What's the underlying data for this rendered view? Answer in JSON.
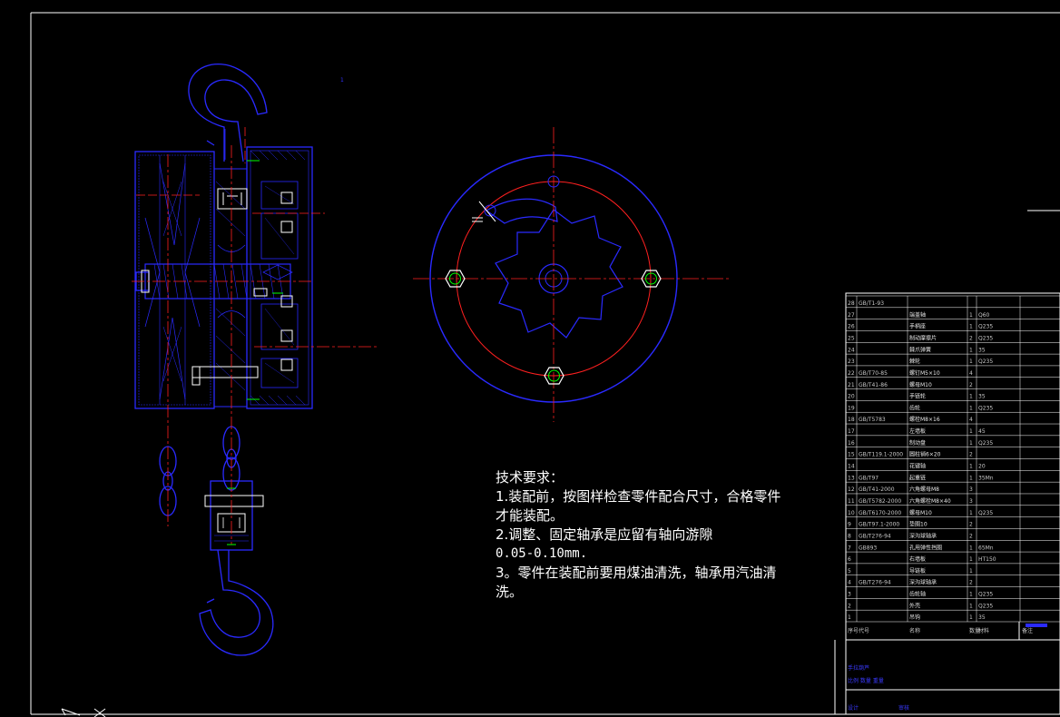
{
  "drawing": {
    "colors": {
      "background": "#000000",
      "frame": "#ffffff",
      "outline": "#2a2aff",
      "centerline": "#ff2020",
      "thread": "#00ff00",
      "fastener": "#ffffff"
    },
    "technical_requirements": {
      "heading": "技术要求：",
      "items": [
        {
          "line1": "1.装配前，按图样检查零件配合尺寸，合格零件",
          "line2": "才能装配。"
        },
        {
          "line1": "2.调整、固定轴承是应留有轴向游隙",
          "line2": "0.05-0.10mm."
        },
        {
          "line1": "3。零件在装配前要用煤油清洗，轴承用汽油清",
          "line2": "洗。"
        }
      ]
    },
    "title_block": {
      "rows": [
        {
          "no": "28",
          "code": "GB/T1-93",
          "name": "",
          "qty": "",
          "material": ""
        },
        {
          "no": "27",
          "code": "",
          "name": "端盖轴",
          "qty": "1",
          "material": "Q60"
        },
        {
          "no": "26",
          "code": "",
          "name": "手柄座",
          "qty": "1",
          "material": "Q235"
        },
        {
          "no": "25",
          "code": "",
          "name": "制动摩擦片",
          "qty": "2",
          "material": "Q235"
        },
        {
          "no": "24",
          "code": "",
          "name": "棘爪弹簧",
          "qty": "1",
          "material": "35"
        },
        {
          "no": "23",
          "code": "",
          "name": "棘轮",
          "qty": "1",
          "material": "Q235"
        },
        {
          "no": "22",
          "code": "GB/T70-85",
          "name": "螺钉M5×10",
          "qty": "4",
          "material": ""
        },
        {
          "no": "21",
          "code": "GB/T41-86",
          "name": "螺母M10",
          "qty": "2",
          "material": ""
        },
        {
          "no": "20",
          "code": "",
          "name": "手链轮",
          "qty": "1",
          "material": "35"
        },
        {
          "no": "19",
          "code": "",
          "name": "齿轮",
          "qty": "1",
          "material": "Q235"
        },
        {
          "no": "18",
          "code": "GB/T5783",
          "name": "螺栓M8×16",
          "qty": "4",
          "material": ""
        },
        {
          "no": "17",
          "code": "",
          "name": "左墙板",
          "qty": "1",
          "material": "45"
        },
        {
          "no": "16",
          "code": "",
          "name": "制动盘",
          "qty": "1",
          "material": "Q235"
        },
        {
          "no": "15",
          "code": "GB/T119.1-2000",
          "name": "圆柱销6×20",
          "qty": "2",
          "material": ""
        },
        {
          "no": "14",
          "code": "",
          "name": "花键轴",
          "qty": "1",
          "material": "20"
        },
        {
          "no": "13",
          "code": "GB/T97",
          "name": "起重链",
          "qty": "1",
          "material": "35Mn"
        },
        {
          "no": "12",
          "code": "GB/T41-2000",
          "name": "六角螺母M8",
          "qty": "3",
          "material": ""
        },
        {
          "no": "11",
          "code": "GB/T5782-2000",
          "name": "六角螺栓M8×40",
          "qty": "3",
          "material": ""
        },
        {
          "no": "10",
          "code": "GB/T6170-2000",
          "name": "螺母M10",
          "qty": "1",
          "material": "Q235"
        },
        {
          "no": "9",
          "code": "GB/T97.1-2000",
          "name": "垫圈10",
          "qty": "2",
          "material": ""
        },
        {
          "no": "8",
          "code": "GB/T276-94",
          "name": "深沟球轴承",
          "qty": "2",
          "material": ""
        },
        {
          "no": "7",
          "code": "GB893",
          "name": "孔用弹性挡圈",
          "qty": "1",
          "material": "65Mn"
        },
        {
          "no": "6",
          "code": "",
          "name": "右墙板",
          "qty": "1",
          "material": "HT150"
        },
        {
          "no": "5",
          "code": "",
          "name": "导链板",
          "qty": "1",
          "material": ""
        },
        {
          "no": "4",
          "code": "GB/T276-94",
          "name": "深沟球轴承",
          "qty": "2",
          "material": ""
        },
        {
          "no": "3",
          "code": "",
          "name": "齿轮轴",
          "qty": "1",
          "material": "Q235"
        },
        {
          "no": "2",
          "code": "",
          "name": "外壳",
          "qty": "1",
          "material": "Q235"
        },
        {
          "no": "1",
          "code": "",
          "name": "吊钩",
          "qty": "1",
          "material": "35"
        }
      ],
      "footer_labels": [
        "序号",
        "代号",
        "名称",
        "数量",
        "材料",
        "备注"
      ],
      "info_line1": "手拉葫芦",
      "info_line2": "比例  数量  重量",
      "sign1": "设计",
      "sign2": "审核"
    }
  }
}
